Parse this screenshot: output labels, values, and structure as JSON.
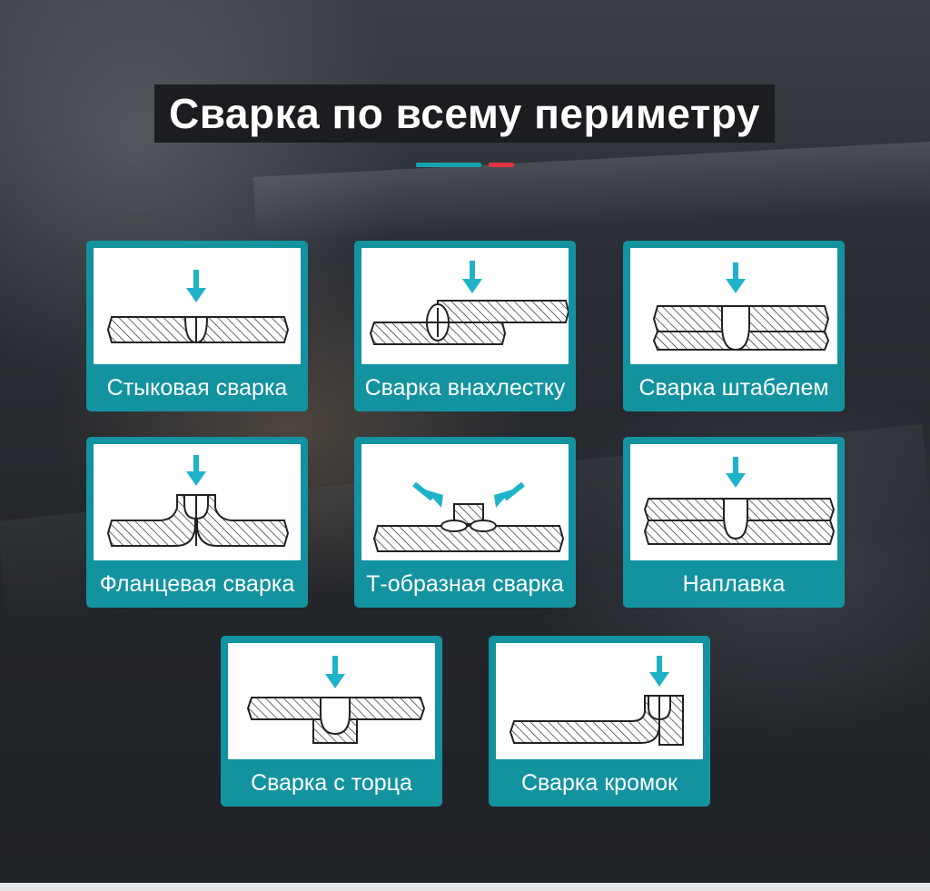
{
  "title": "Сварка по всему периметру",
  "colors": {
    "accent_teal": "#13939f",
    "arrow_cyan": "#1fb3c9",
    "divider_red": "#e0343f"
  },
  "cards": [
    {
      "label": "Стыковая сварка",
      "icon": "butt-weld-diagram-icon"
    },
    {
      "label": "Сварка внахлестку",
      "icon": "lap-weld-diagram-icon"
    },
    {
      "label": "Сварка штабелем",
      "icon": "stack-weld-diagram-icon"
    },
    {
      "label": "Фланцевая сварка",
      "icon": "flange-weld-diagram-icon"
    },
    {
      "label": "Т-образная сварка",
      "icon": "t-joint-weld-diagram-icon"
    },
    {
      "label": "Наплавка",
      "icon": "overlay-weld-diagram-icon"
    },
    {
      "label": "Сварка с торца",
      "icon": "end-weld-diagram-icon"
    },
    {
      "label": "Сварка кромок",
      "icon": "edge-weld-diagram-icon"
    }
  ]
}
